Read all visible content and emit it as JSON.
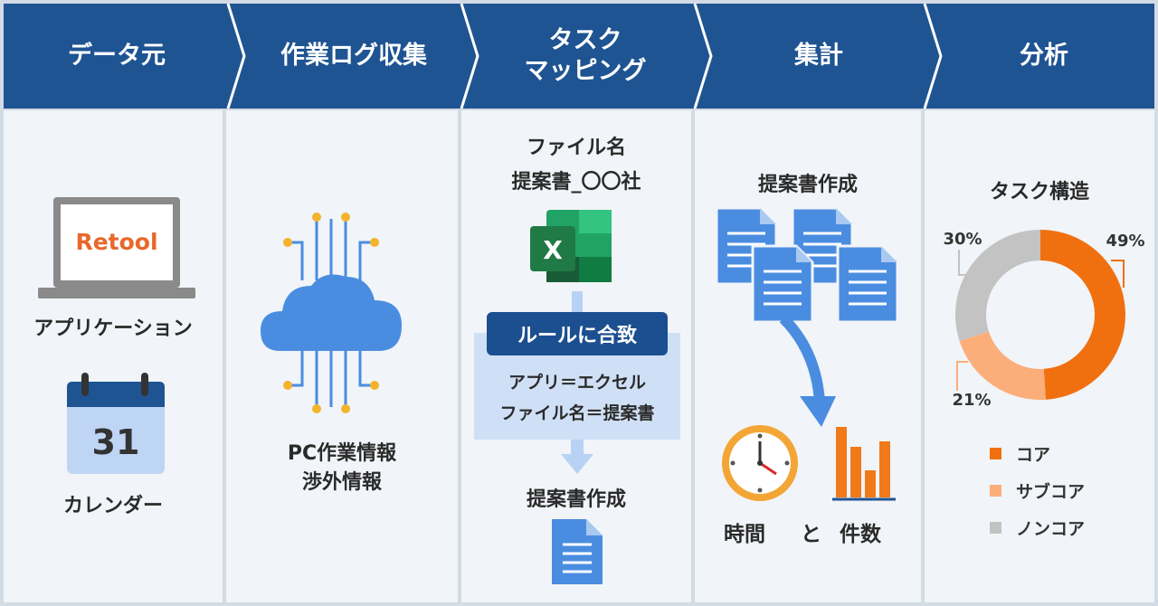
{
  "header": {
    "steps": [
      "データ元",
      "作業ログ収集",
      "タスク\nマッピング",
      "集計",
      "分析"
    ],
    "step_lines": {
      "step3_line1": "タスク",
      "step3_line2": "マッピング"
    }
  },
  "datasource": {
    "app_logo": "Retool",
    "app_label": "アプリケーション",
    "calendar_day": "31",
    "calendar_label": "カレンダー"
  },
  "collection": {
    "line1": "PC作業情報",
    "line2": "渉外情報"
  },
  "mapping": {
    "file_label": "ファイル名",
    "file_name": "提案書_〇〇社",
    "excel_letter": "X",
    "rule_badge": "ルールに合致",
    "rule_line1": "アプリ＝エクセル",
    "rule_line2": "ファイル名＝提案書",
    "result": "提案書作成"
  },
  "aggregation": {
    "title": "提案書作成",
    "time_label": "時間",
    "and_label": "と",
    "count_label": "件数"
  },
  "analysis": {
    "title": "タスク構造",
    "legend": [
      "コア",
      "サブコア",
      "ノンコア"
    ]
  },
  "colors": {
    "header": "#1f5493",
    "core": "#f07010",
    "subcore": "#fbae7a",
    "noncore": "#c3c3c3",
    "doc_blue": "#4a8de0",
    "excel_green": "#1f7a45"
  },
  "chart_data": {
    "type": "pie",
    "title": "タスク構造",
    "categories": [
      "コア",
      "サブコア",
      "ノンコア"
    ],
    "values": [
      49,
      21,
      30
    ],
    "labels": [
      "49%",
      "21%",
      "30%"
    ],
    "donut": true
  }
}
